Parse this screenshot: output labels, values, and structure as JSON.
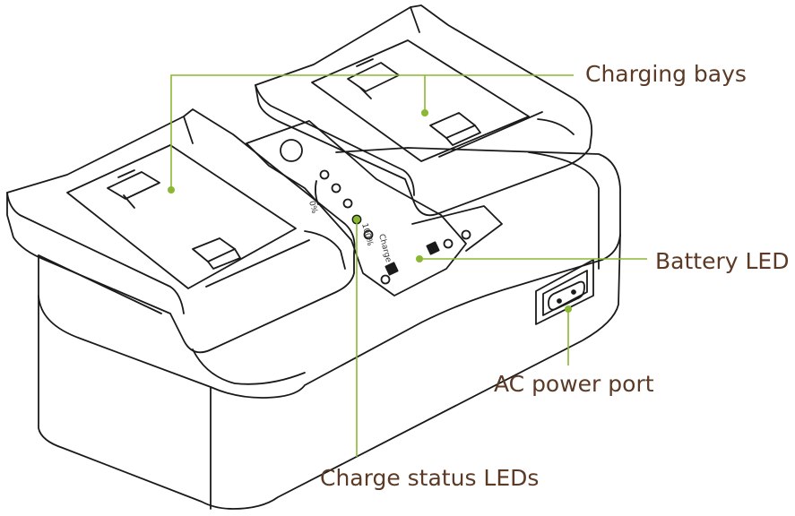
{
  "labels": {
    "charging_bays": "Charging bays",
    "battery_led": "Battery LED",
    "ac_power_port": "AC power port",
    "charge_status_leds": "Charge status LEDs"
  },
  "panel_text": {
    "pct_0": "0%",
    "pct_100": "100%",
    "charge": "Charge"
  },
  "colors": {
    "callout_line": "#8ab832",
    "label_text": "#5b3a26",
    "outline": "#1a1a1a"
  }
}
